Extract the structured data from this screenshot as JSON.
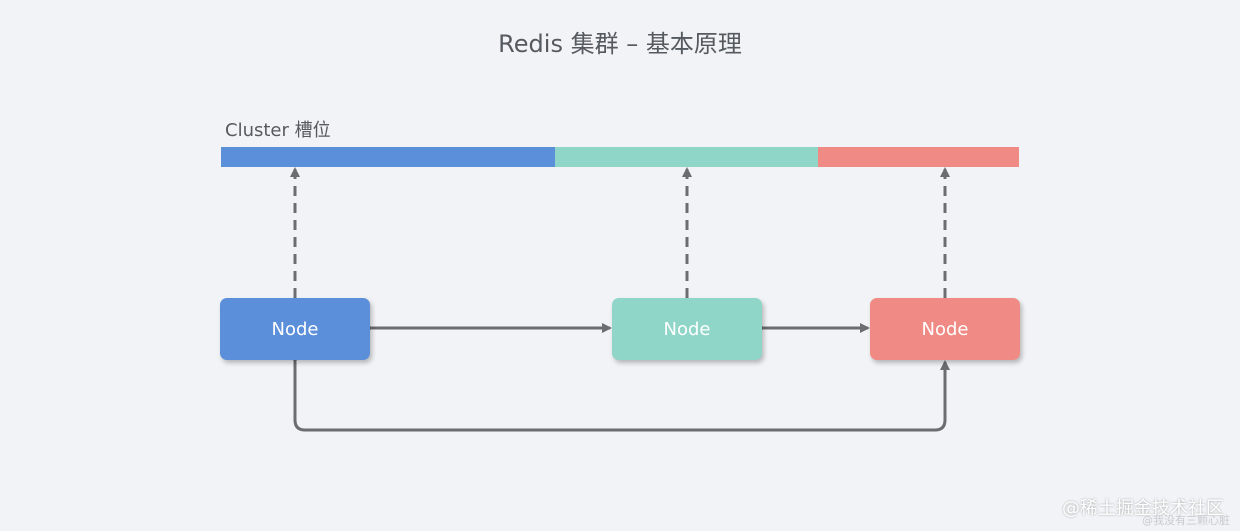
{
  "title": "Redis 集群 – 基本原理",
  "slots": {
    "label": "Cluster 槽位",
    "segments": [
      {
        "color": "#5b8fd9"
      },
      {
        "color": "#8fd6c8"
      },
      {
        "color": "#f08a84"
      }
    ]
  },
  "nodes": [
    {
      "label": "Node",
      "color": "#5b8fd9"
    },
    {
      "label": "Node",
      "color": "#8fd6c8"
    },
    {
      "label": "Node",
      "color": "#f08a84"
    }
  ],
  "connector_color": "#6b6d71",
  "watermark": {
    "primary": "@稀土掘金技术社区",
    "secondary": "@我没有三颗心脏"
  }
}
